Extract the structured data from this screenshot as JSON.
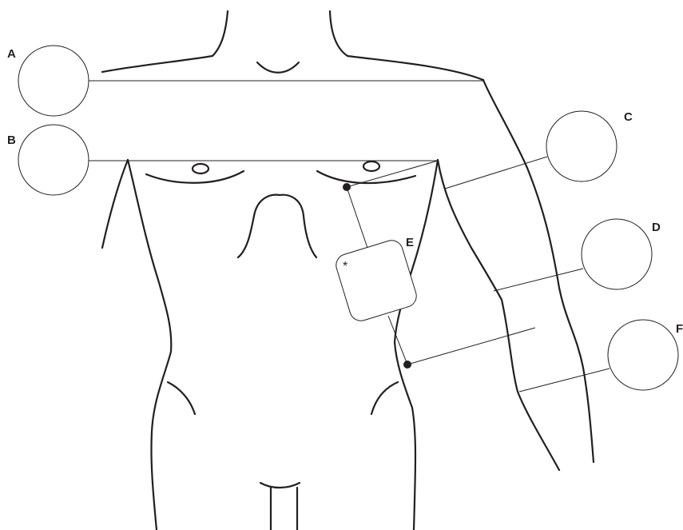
{
  "diagram": {
    "labels": {
      "a": "A",
      "b": "B",
      "c": "C",
      "d": "D",
      "e": "E",
      "f": "F"
    },
    "pad_marker": "*"
  },
  "colors": {
    "ink": "#231f20",
    "background": "#ffffff"
  }
}
